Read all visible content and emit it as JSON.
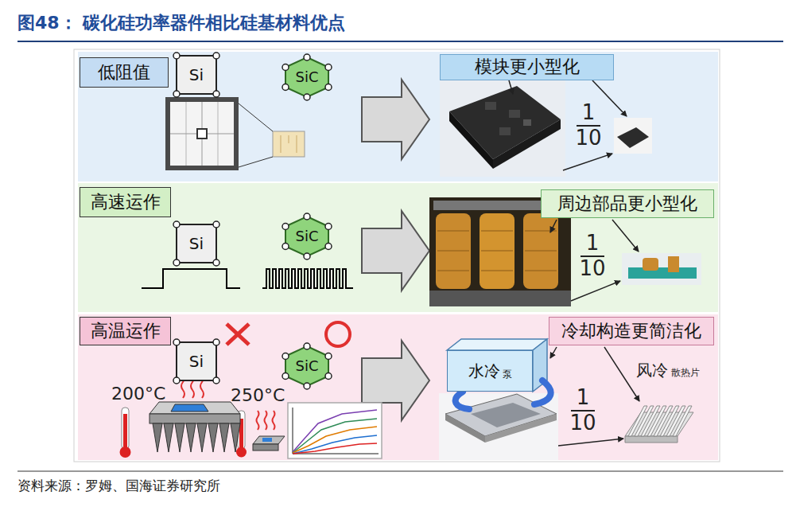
{
  "diagram": {
    "title": "图48： 碳化硅功率器件相比硅基材料优点",
    "caption": "资料来源：罗姆、国海证券研究所",
    "nodes": [
      {
        "text": [
          "低阻值"
        ]
      },
      {
        "text": [
          "Si"
        ]
      },
      {
        "text": [
          "SiC"
        ]
      },
      {
        "text": [
          "模块更小型化"
        ]
      },
      {
        "text": [
          "高速运作"
        ]
      },
      {
        "text": [
          "Si"
        ]
      },
      {
        "text": [
          "SiC"
        ]
      },
      {
        "text": [
          "周边部品更小型化"
        ]
      },
      {
        "text": [
          "高温运作"
        ]
      },
      {
        "text": [
          "Si"
        ]
      },
      {
        "text": [
          "SiC"
        ]
      },
      {
        "text": [
          "水冷",
          "泵"
        ]
      },
      {
        "text": [
          "冷却构造更简洁化"
        ]
      }
    ],
    "labels": [
      "1",
      "10",
      "1",
      "10",
      "200°C",
      "250°C",
      "风冷",
      "散热片",
      "1",
      "10"
    ]
  }
}
